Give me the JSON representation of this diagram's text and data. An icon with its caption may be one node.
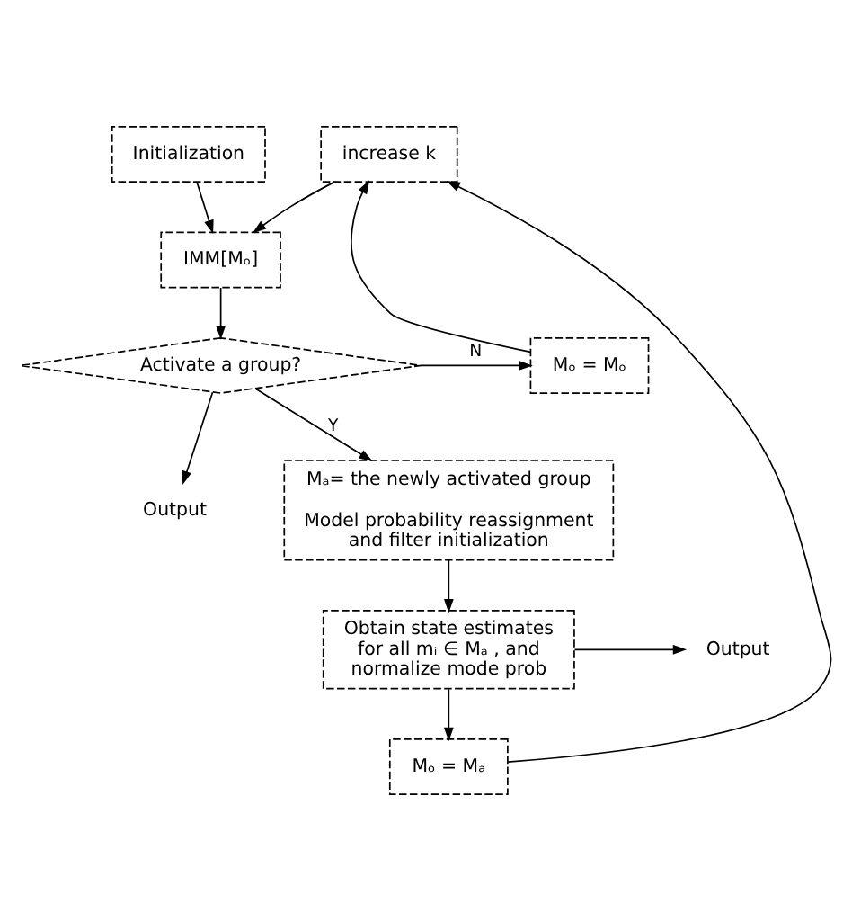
{
  "diagram": {
    "nodes": [
      {
        "text": [
          "Initialization"
        ]
      },
      {
        "text": [
          "increase k"
        ]
      },
      {
        "text": [
          "IMM[Mₒ]"
        ]
      },
      {
        "text": [
          "Activate a group?"
        ]
      },
      {
        "text": [
          "Mₒ = Mₒ"
        ]
      },
      {
        "text": [
          "Output"
        ]
      },
      {
        "text": [
          "Mₐ= the newly activated group",
          "Model probability reassignment and filter initialization"
        ]
      },
      {
        "text": [
          "Obtain state estimates for all mᵢ ∈ Mₐ , and normalize mode prob"
        ]
      },
      {
        "text": [
          "Mₒ = Mₐ"
        ]
      },
      {
        "text": [
          "Output"
        ]
      }
    ],
    "edges": [
      {
        "from": 0,
        "to": 2,
        "arrow": "to"
      },
      {
        "from": 1,
        "to": 2,
        "arrow": "to"
      },
      {
        "from": 2,
        "to": 3,
        "arrow": "to"
      },
      {
        "from": 3,
        "to": 4,
        "label": "N",
        "arrow": "to"
      },
      {
        "from": 3,
        "to": 5,
        "arrow": "to"
      },
      {
        "from": 3,
        "to": 6,
        "label": "Y",
        "arrow": "to"
      },
      {
        "from": 6,
        "to": 7,
        "arrow": "to"
      },
      {
        "from": 7,
        "to": 8,
        "arrow": "to"
      },
      {
        "from": 7,
        "to": 9,
        "arrow": "to"
      },
      {
        "from": 4,
        "to": 1,
        "arrow": "to"
      },
      {
        "from": 8,
        "to": 1,
        "arrow": "to"
      }
    ]
  }
}
